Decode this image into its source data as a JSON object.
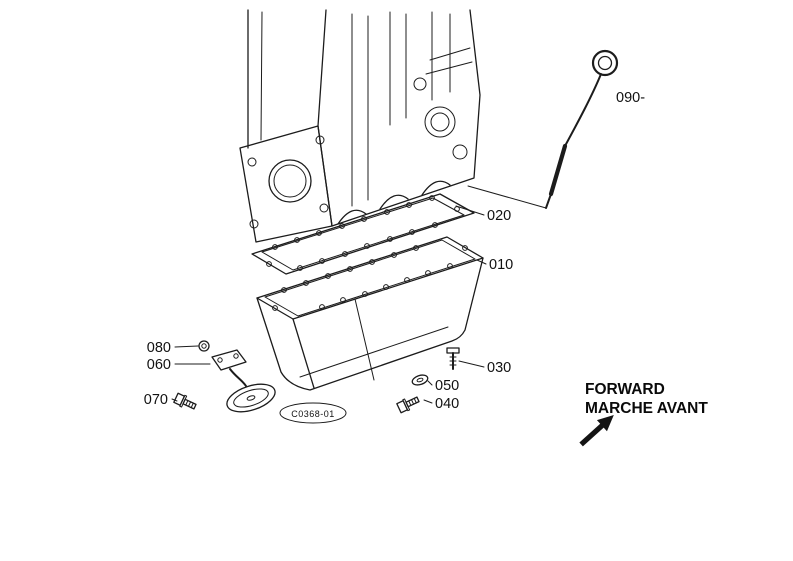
{
  "colors": {
    "background": "#ffffff",
    "line": "#1c1c1c",
    "text": "#111111"
  },
  "part_labels": {
    "p010": "010",
    "p020": "020",
    "p030": "030",
    "p040": "040",
    "p050": "050",
    "p060": "060",
    "p070": "070",
    "p080": "080",
    "p090": "090-"
  },
  "figure_code": {
    "code": "C0368-01"
  },
  "direction_note": {
    "line1": "FORWARD",
    "line2": "MARCHE AVANT"
  }
}
